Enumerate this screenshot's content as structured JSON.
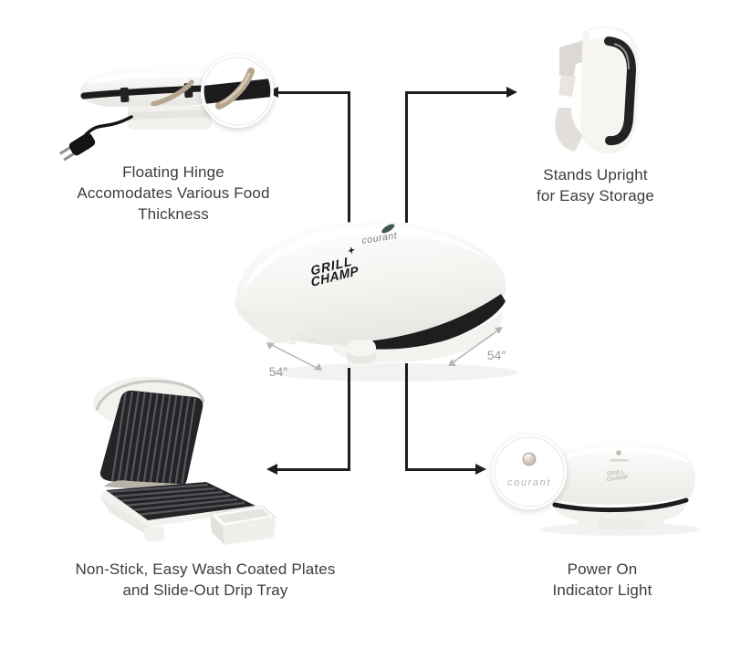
{
  "page": {
    "background": "#ffffff"
  },
  "colors": {
    "connector_line": "#1d1d1d",
    "caption_text": "#3c3c3c",
    "dimension_gray": "#9b9b9b",
    "plate_black": "#232325",
    "body_white": "#f6f5f2",
    "brand_teal": "#3f5a55",
    "hinge_tan": "#b7a68f"
  },
  "captions": {
    "floating_hinge": "Floating Hinge\nAccomodates Various Food\nThickness",
    "stands_upright": "Stands Upright\nfor Easy Storage",
    "nonstick_plates": "Non-Stick, Easy Wash Coated Plates\nand Slide-Out Drip Tray",
    "power_indicator": "Power On\nIndicator Light"
  },
  "product": {
    "brand": "courant",
    "logo_line1": "GRILL",
    "logo_line2": "CHAMP",
    "dimension_left": "54″",
    "dimension_right": "54″"
  },
  "magnifier": {
    "power_brand": "courant"
  }
}
